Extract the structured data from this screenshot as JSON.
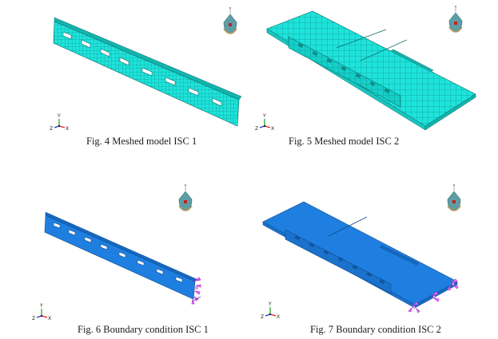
{
  "figures": [
    {
      "id": "fig4",
      "caption": "Fig. 4 Meshed model ISC 1",
      "mesh_color": "#1ee3db",
      "view": "meshed"
    },
    {
      "id": "fig5",
      "caption": "Fig. 5 Meshed model ISC 2",
      "mesh_color": "#1ee3db",
      "view": "meshed"
    },
    {
      "id": "fig6",
      "caption": "Fig. 6 Boundary condition ISC 1",
      "mesh_color": "#1f7fe0",
      "view": "boundary"
    },
    {
      "id": "fig7",
      "caption": "Fig. 7 Boundary condition ISC 2",
      "mesh_color": "#1f7fe0",
      "view": "boundary"
    }
  ],
  "axis_triad": {
    "x": "X",
    "y": "Y",
    "z": "Z"
  },
  "icons": [
    "view-orientation-icon",
    "axis-triad-icon",
    "boundary-condition-icon"
  ]
}
